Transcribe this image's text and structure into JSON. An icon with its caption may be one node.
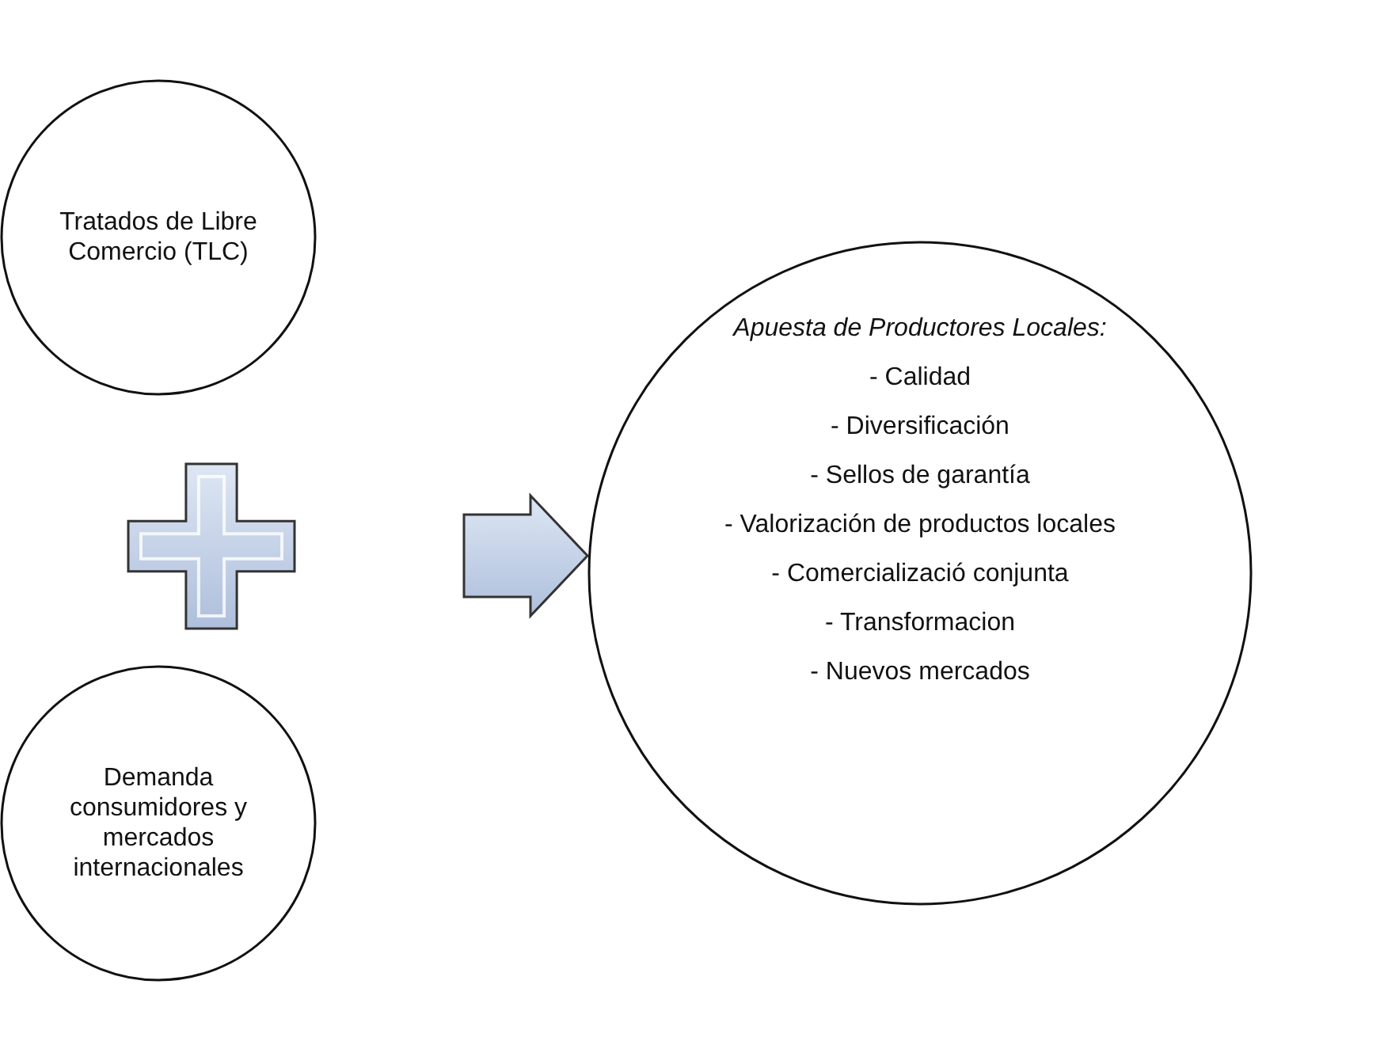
{
  "diagram": {
    "nodes": [
      {
        "text": [
          "Tratados de Libre Comercio (TLC)"
        ]
      },
      {
        "text": [],
        "shape": "cross"
      },
      {
        "text": [
          "Demanda consumidores y mercados internacionales"
        ]
      },
      {
        "text": [
          "Apuesta de Productores Locales:",
          "- Calidad",
          "- Diversificación",
          "- Sellos de garantía",
          "- Valorización de productos locales",
          "- Comercializació conjunta",
          "- Transformacion",
          "- Nuevos mercados"
        ]
      }
    ],
    "edges": [
      {
        "from": null,
        "to": 3,
        "arrow": "to"
      }
    ]
  }
}
